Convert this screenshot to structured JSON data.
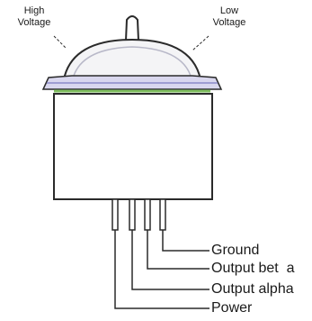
{
  "diagram": {
    "labels": {
      "high_voltage": "High\nVoltage",
      "low_voltage": "Low\nVoltage"
    },
    "pins": [
      {
        "key": "ground",
        "label": "Ground"
      },
      {
        "key": "output_beta",
        "label": "Output bet  a"
      },
      {
        "key": "output_alpha",
        "label": "Output alpha"
      },
      {
        "key": "power",
        "label": "Power"
      }
    ],
    "colors": {
      "outline": "#2a2a2a",
      "flange_fill": "#d9d7ee",
      "flange_accent": "#8a8ac8",
      "green_accent": "#7fbf5f",
      "dome_fill": "#f4f4f6",
      "body_fill": "#ffffff"
    }
  }
}
